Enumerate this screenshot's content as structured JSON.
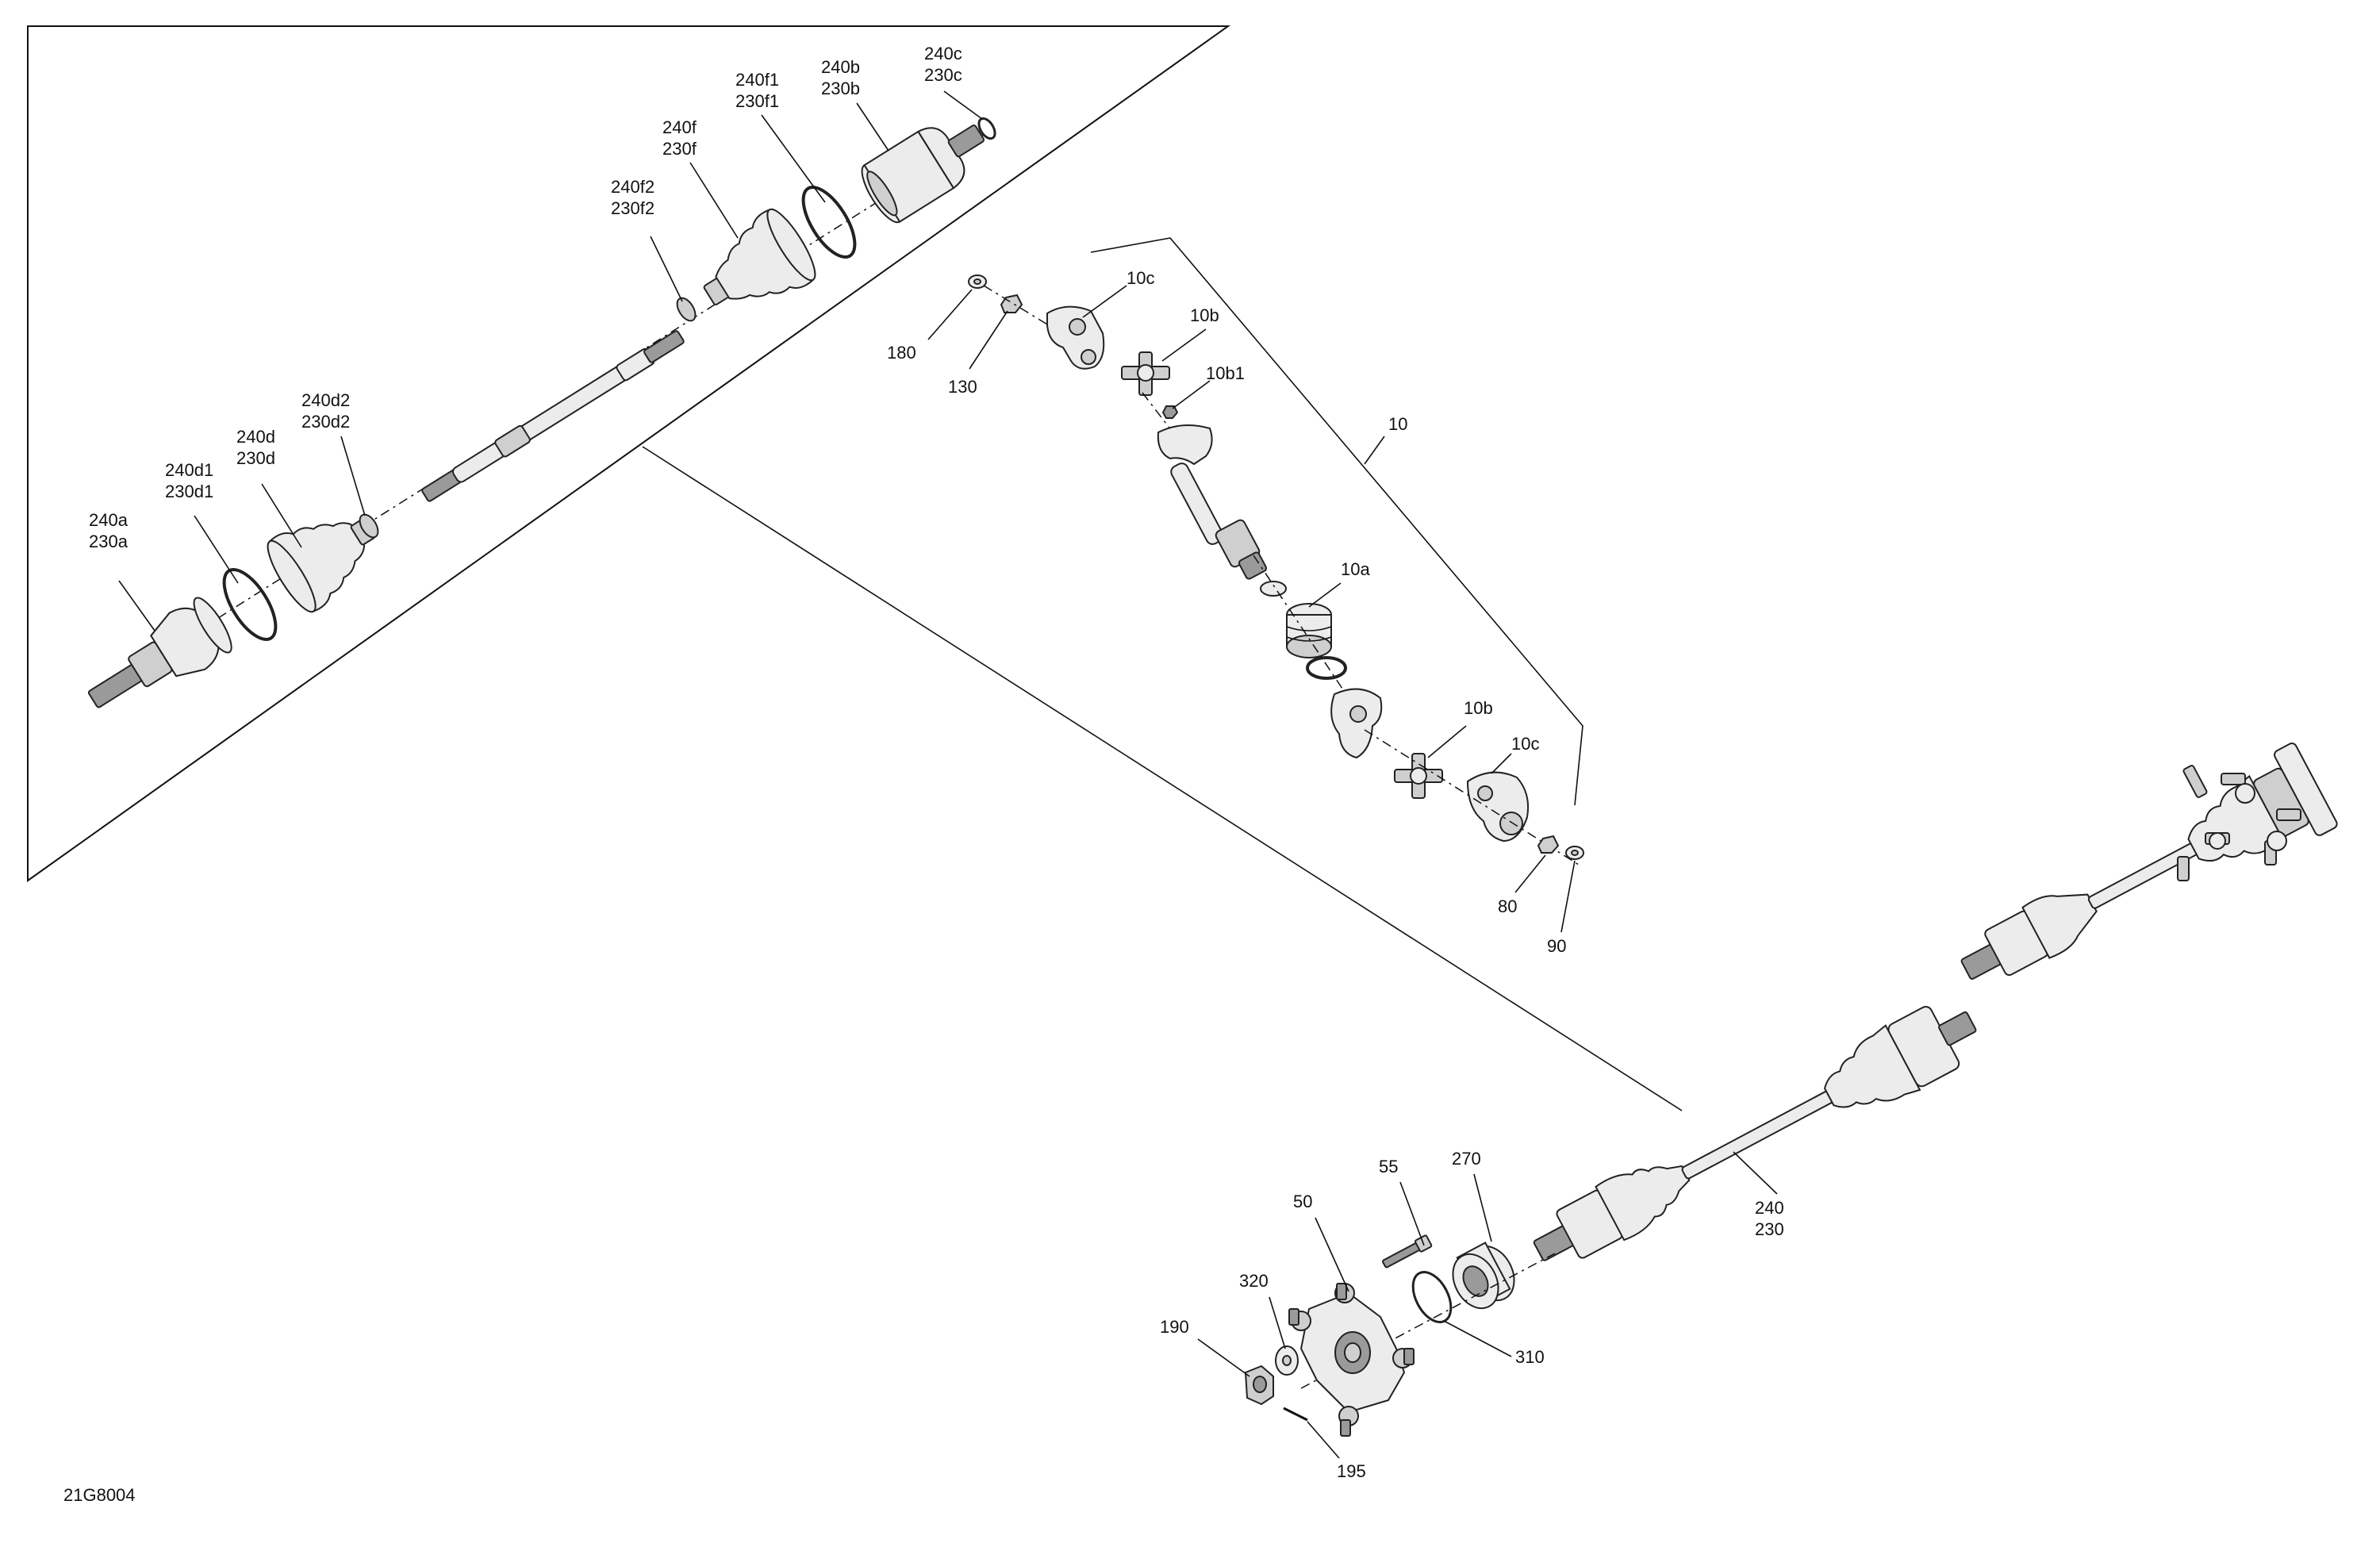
{
  "diagram_id": "21G8004",
  "callouts": {
    "c240a": "240a",
    "c230a": "230a",
    "c240d1": "240d1",
    "c230d1": "230d1",
    "c240d": "240d",
    "c230d": "230d",
    "c240d2": "240d2",
    "c230d2": "230d2",
    "c240f2": "240f2",
    "c230f2": "230f2",
    "c240f": "240f",
    "c230f": "230f",
    "c240f1": "240f1",
    "c230f1": "230f1",
    "c240b": "240b",
    "c230b": "230b",
    "c240c": "240c",
    "c230c": "230c",
    "c180": "180",
    "c130": "130",
    "c10c_top": "10c",
    "c10b_top": "10b",
    "c10b1": "10b1",
    "c10": "10",
    "c10a": "10a",
    "c10b_bot": "10b",
    "c10c_bot": "10c",
    "c80": "80",
    "c90": "90",
    "c240": "240",
    "c230": "230",
    "c55": "55",
    "c270": "270",
    "c50": "50",
    "c320": "320",
    "c190": "190",
    "c310": "310",
    "c195": "195"
  }
}
